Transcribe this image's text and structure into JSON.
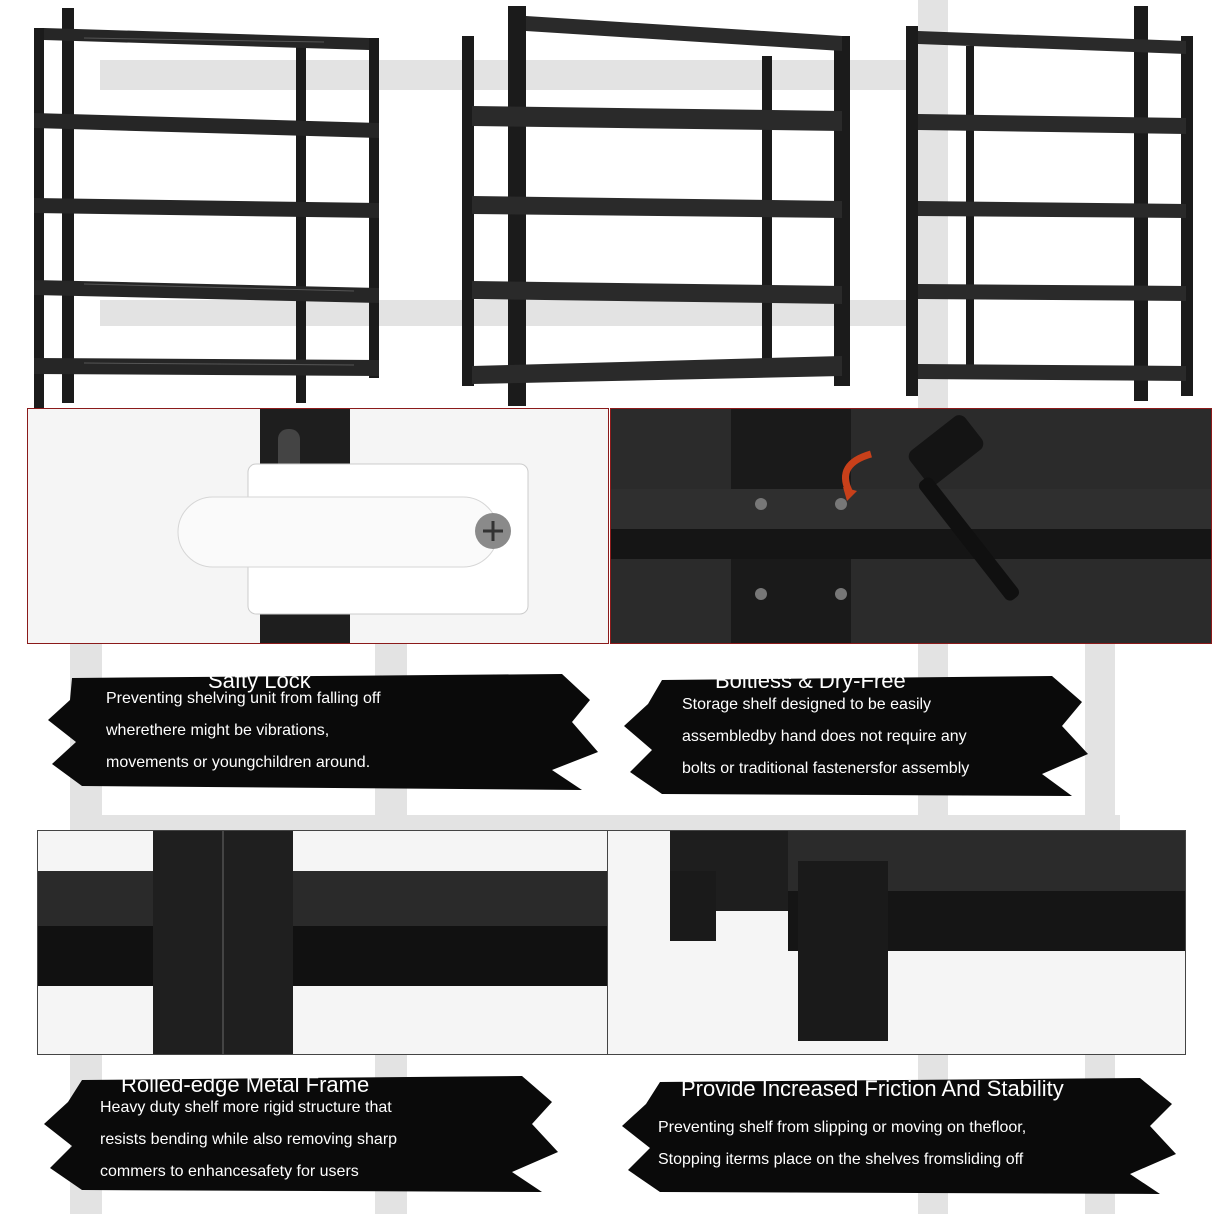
{
  "features": [
    {
      "title": "Safty Lock",
      "lines": [
        "Preventing shelving unit from falling off",
        "wherethere might be vibrations,",
        "movements or youngchildren around."
      ]
    },
    {
      "title": "Boltless & Dry-Free",
      "lines": [
        "Storage shelf designed to be easily",
        "assembledby hand does not require any",
        "bolts or traditional fastenersfor assembly"
      ]
    },
    {
      "title": "Rolled-edge Metal Frame",
      "lines": [
        "Heavy duty shelf more rigid structure that",
        "resists bending while also removing sharp",
        "commers to enhancesafety for users"
      ]
    },
    {
      "title": "Provide Increased Friction And Stability",
      "lines": [
        "Preventing shelf from slipping or moving on thefloor,",
        "Stopping iterms place on the shelves fromsliding off"
      ]
    }
  ],
  "colors": {
    "frame": "#1b1b1b",
    "panel_border": "#8b1a1a",
    "brush": "#0a0a0a",
    "caption_text": "#ffffff",
    "ghost": "#dcdcdc",
    "arrow": "#c8401a"
  },
  "icons": {
    "lock": "safety-lock-clip-icon",
    "hammer": "rubber-mallet-icon",
    "arrow": "curved-arrow-icon",
    "screw": "phillips-screw-icon"
  }
}
